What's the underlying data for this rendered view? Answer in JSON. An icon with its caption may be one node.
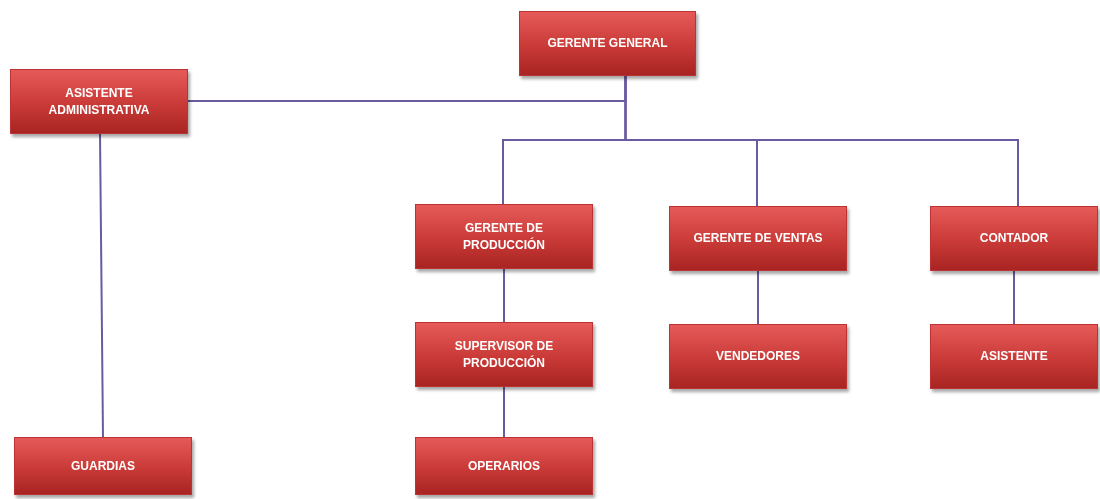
{
  "diagram": {
    "nodes": [
      {
        "text": [
          "GERENTE GENERAL"
        ]
      },
      {
        "text": [
          "ASISTENTE ADMINISTRATIVA"
        ]
      },
      {
        "text": [
          "GERENTE DE PRODUCCIÓN"
        ]
      },
      {
        "text": [
          "GERENTE DE VENTAS"
        ]
      },
      {
        "text": [
          "CONTADOR"
        ]
      },
      {
        "text": [
          "SUPERVISOR DE PRODUCCIÓN"
        ]
      },
      {
        "text": [
          "VENDEDORES"
        ]
      },
      {
        "text": [
          "ASISTENTE"
        ]
      },
      {
        "text": [
          "GUARDIAS"
        ]
      },
      {
        "text": [
          "OPERARIOS"
        ]
      }
    ],
    "edges": [
      {
        "from": 0,
        "to": 1,
        "arrow": "none"
      },
      {
        "from": 0,
        "to": 2,
        "arrow": "none"
      },
      {
        "from": 0,
        "to": 3,
        "arrow": "none"
      },
      {
        "from": 0,
        "to": 4,
        "arrow": "none"
      },
      {
        "from": 1,
        "to": 8,
        "arrow": "none"
      },
      {
        "from": 2,
        "to": 5,
        "arrow": "none"
      },
      {
        "from": 5,
        "to": 9,
        "arrow": "none"
      },
      {
        "from": 3,
        "to": 6,
        "arrow": "none"
      },
      {
        "from": 4,
        "to": 7,
        "arrow": "none"
      }
    ]
  }
}
